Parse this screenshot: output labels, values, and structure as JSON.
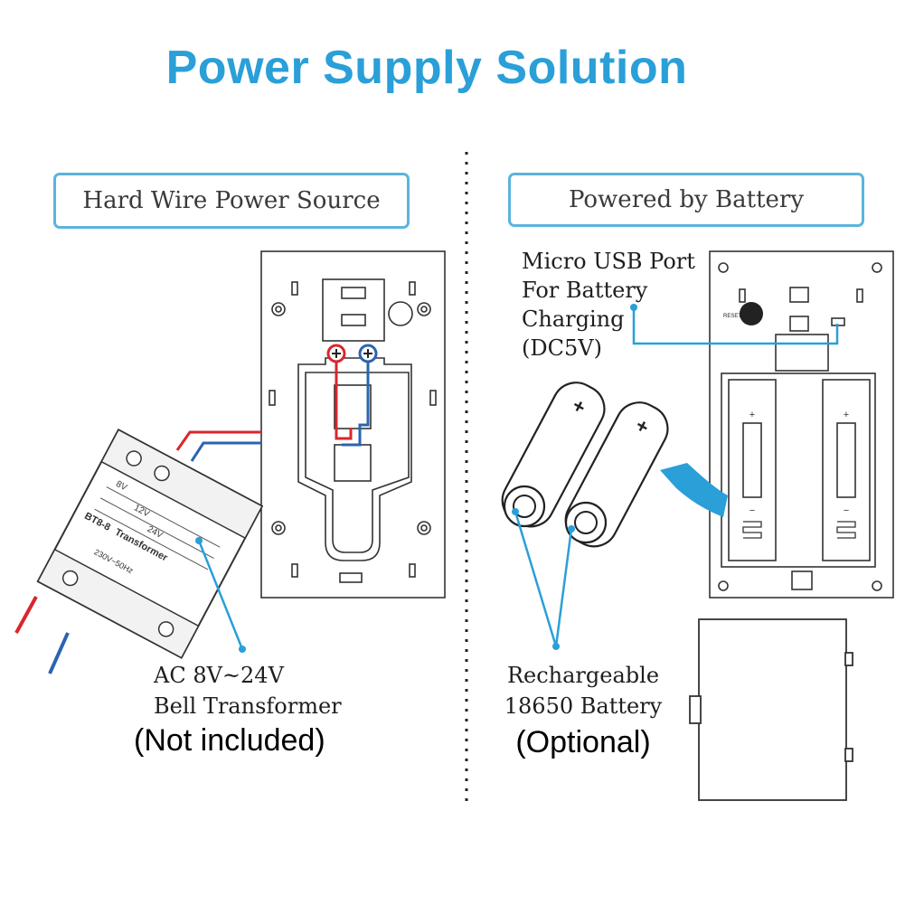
{
  "title": "Power Supply Solution",
  "colors": {
    "accent": "#2a9fd8",
    "frame": "#5bb4dc",
    "wire_red": "#d9262c",
    "wire_blue": "#2a64b0",
    "line": "#333333"
  },
  "left": {
    "heading": "Hard Wire Power Source",
    "transformer_line1": "AC 8V~24V",
    "transformer_line2": "Bell Transformer",
    "note": "(Not included)",
    "device_labels": {
      "model": "BT8-8",
      "name": "Transformer",
      "v8": "8V",
      "v12": "12V",
      "v24": "24V",
      "mains": "230V~50Hz"
    }
  },
  "right": {
    "heading": "Powered by Battery",
    "usb_line1": "Micro USB Port",
    "usb_line2": "For Battery",
    "usb_line3": "Charging",
    "usb_line4": "(DC5V)",
    "battery_line1": "Rechargeable",
    "battery_line2": "18650 Battery",
    "note": "(Optional)",
    "reset_label": "RESET"
  }
}
